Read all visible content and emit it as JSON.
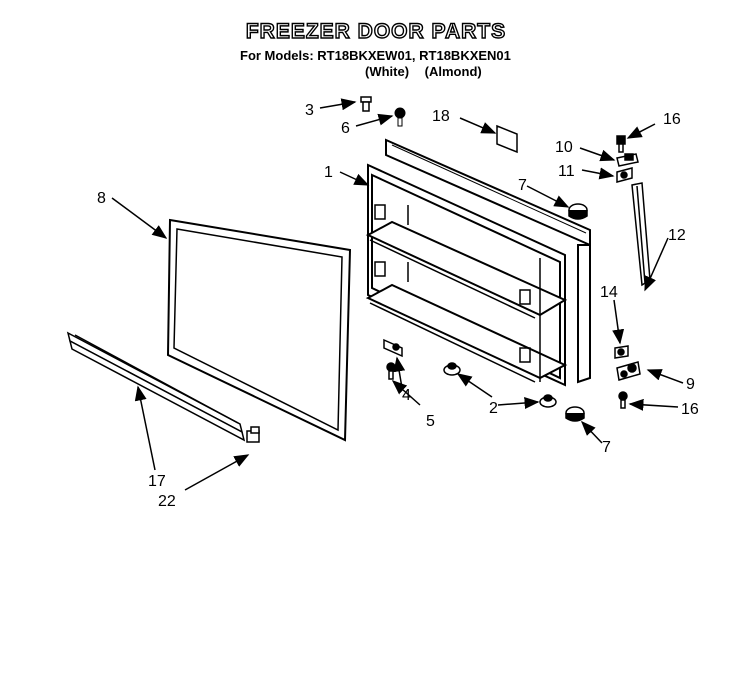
{
  "header": {
    "title": "FREEZER DOOR PARTS",
    "models_line": "For Models: RT18BKXEW01, RT18BKXEN01",
    "color_white": "(White)",
    "color_almond": "(Almond)"
  },
  "callouts": [
    "1",
    "2",
    "3",
    "4",
    "5",
    "6",
    "7",
    "7",
    "8",
    "9",
    "10",
    "11",
    "12",
    "14",
    "16",
    "16",
    "17",
    "18",
    "22"
  ]
}
